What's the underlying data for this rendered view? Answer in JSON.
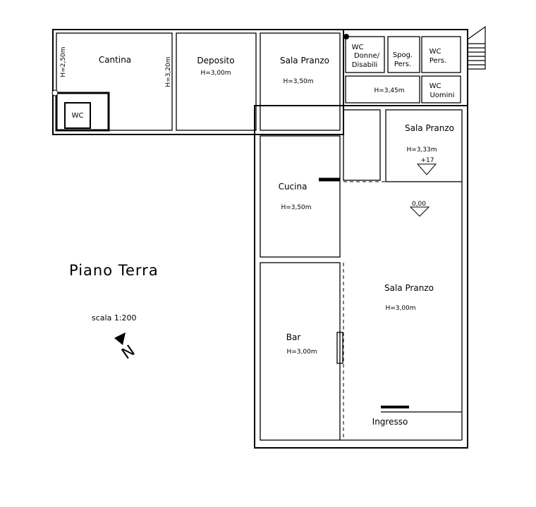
{
  "plan": {
    "title": "Piano Terra",
    "scale": "scala 1:200",
    "north": "N"
  },
  "rooms": {
    "cantina": {
      "name": "Cantina",
      "height": "H=2,50m",
      "height2": "H=3,20m"
    },
    "wc_cantina": {
      "name": "WC"
    },
    "deposito": {
      "name": "Deposito",
      "height": "H=3,00m"
    },
    "sala_pranzo_1": {
      "name": "Sala Pranzo",
      "height": "H=3,50m"
    },
    "wc_donne": {
      "line1": "WC",
      "line2": "Donne/",
      "line3": "Disabili"
    },
    "spog": {
      "line1": "Spog.",
      "line2": "Pers."
    },
    "wc_pers": {
      "line1": "WC",
      "line2": "Pers."
    },
    "corridor": {
      "height": "H=3,45m"
    },
    "wc_uomini": {
      "line1": "WC",
      "line2": "Uomini"
    },
    "sala_pranzo_2": {
      "name": "Sala Pranzo",
      "height": "H=3,33m",
      "level": "+17"
    },
    "cucina": {
      "name": "Cucina",
      "height": "H=3,50m"
    },
    "sala_pranzo_3": {
      "name": "Sala Pranzo",
      "height": "H=3,00m",
      "level": "0,00"
    },
    "bar": {
      "name": "Bar",
      "height": "H=3,00m"
    },
    "ingresso": {
      "name": "Ingresso"
    }
  }
}
